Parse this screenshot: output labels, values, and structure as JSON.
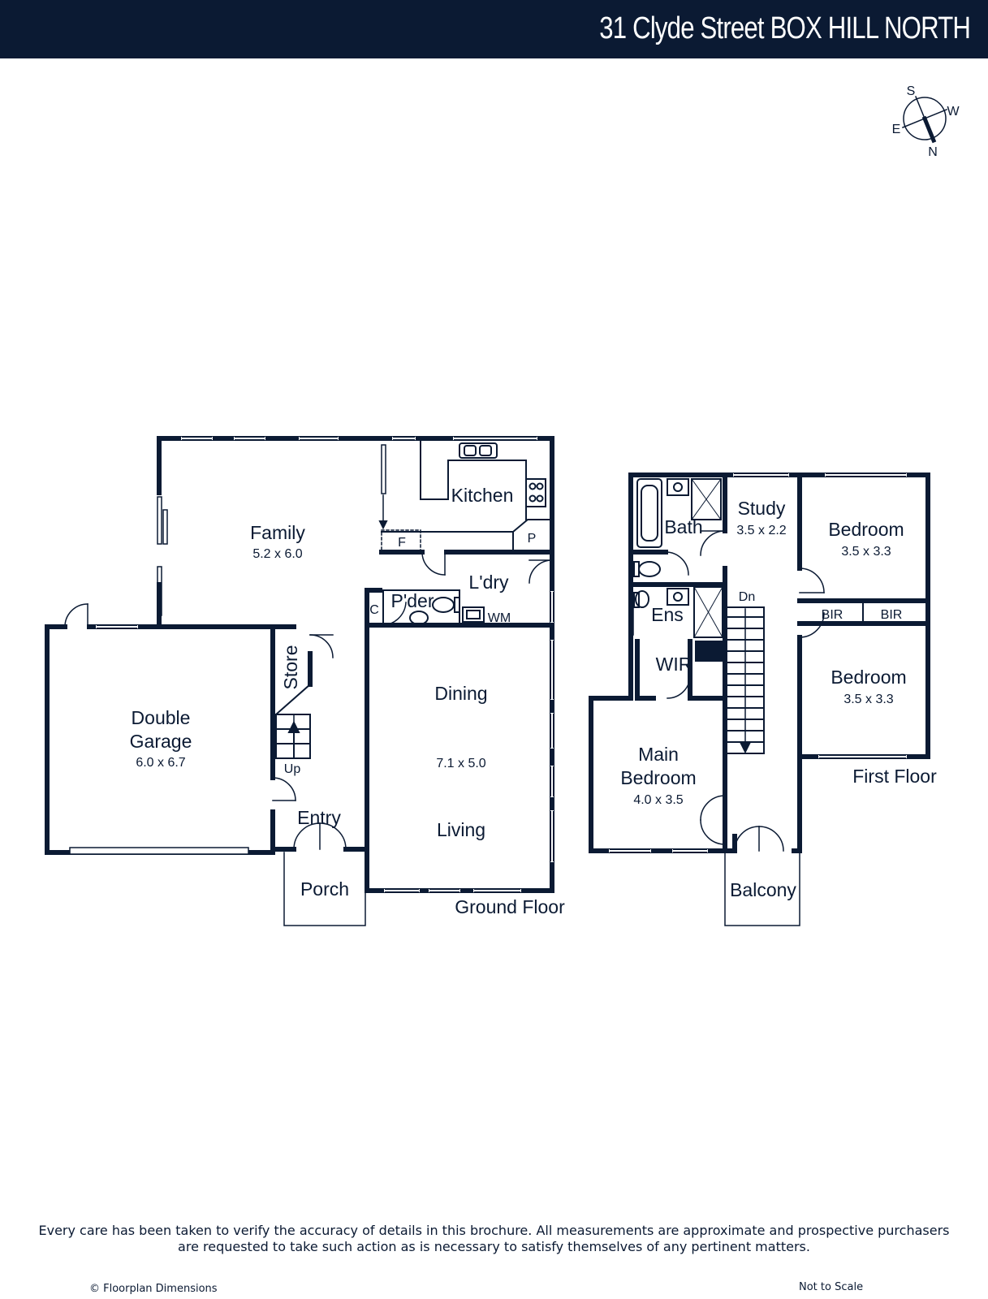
{
  "header": {
    "title": "31 Clyde Street BOX HILL NORTH"
  },
  "compass": {
    "s": "S",
    "w": "W",
    "e": "E",
    "n": "N"
  },
  "ground": {
    "family": "Family",
    "family_dim": "5.2 x 6.0",
    "kitchen": "Kitchen",
    "f": "F",
    "p": "P",
    "ldry": "L'dry",
    "pder": "P'der",
    "c": "C",
    "wm": "WM",
    "store": "Store",
    "up": "Up",
    "garage_1": "Double",
    "garage_2": "Garage",
    "garage_dim": "6.0 x 6.7",
    "dining": "Dining",
    "dining_dim": "7.1 x 5.0",
    "living": "Living",
    "entry": "Entry",
    "porch": "Porch",
    "label": "Ground Floor"
  },
  "first": {
    "bath": "Bath",
    "study": "Study",
    "study_dim": "3.5 x 2.2",
    "bedroom1": "Bedroom",
    "bedroom1_dim": "3.5 x 3.3",
    "bir1": "BIR",
    "bir2": "BIR",
    "bedroom2": "Bedroom",
    "bedroom2_dim": "3.5 x 3.3",
    "ens": "Ens",
    "wir": "WIR",
    "dn": "Dn",
    "main_1": "Main",
    "main_2": "Bedroom",
    "main_dim": "4.0 x 3.5",
    "balcony": "Balcony",
    "label": "First Floor"
  },
  "footer": {
    "disclaimer_1": "Every care has been taken to verify the accuracy of details in this brochure. All measurements are approximate and prospective purchasers",
    "disclaimer_2": "are requested to take such action as is necessary to satisfy themselves of any pertinent matters.",
    "credit": "© Floorplan Dimensions",
    "scale": "Not to Scale"
  },
  "colors": {
    "ink": "#0b1a33",
    "paper": "#ffffff"
  }
}
